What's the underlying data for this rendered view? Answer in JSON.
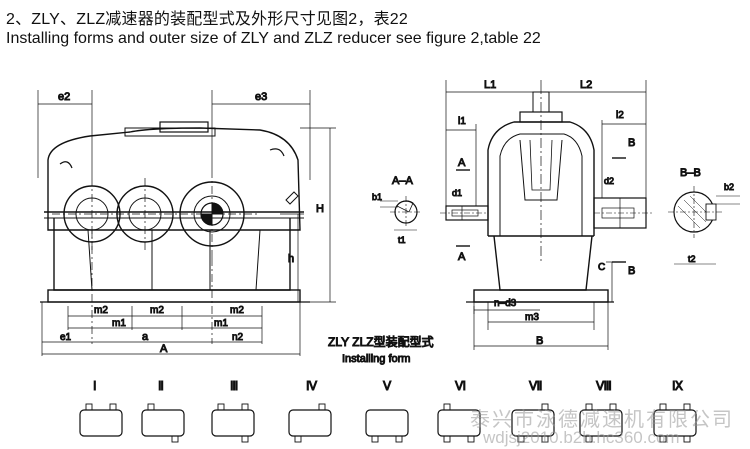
{
  "header": {
    "title_cn": "2、ZLY、ZLZ减速器的装配型式及外形尺寸见图2，表22",
    "title_en": "Installing forms and outer size of  ZLY and ZLZ reducer see figure 2,table 22"
  },
  "front_view": {
    "dims": {
      "e2": "e2",
      "e3": "e3",
      "H": "H",
      "h": "h",
      "m2_left": "m2",
      "m2_mid": "m2",
      "m2_right": "m2",
      "m1_left": "m1",
      "m1_right": "m1",
      "e1": "e1",
      "a": "a",
      "n2": "n2",
      "A": "A"
    }
  },
  "section_aa": {
    "title": "A–A",
    "b1": "b1",
    "t1": "t1"
  },
  "side_view": {
    "dims": {
      "L1": "L1",
      "L2": "L2",
      "l1": "l1",
      "l2": "l2",
      "A_top": "A",
      "A_bottom": "A",
      "d1": "d1",
      "d2": "d2",
      "B_top": "B",
      "B_bottom": "B",
      "C": "C",
      "n_d3": "n–d3",
      "m3": "m3",
      "B_width": "B"
    }
  },
  "section_bb": {
    "title": "B–B",
    "b2": "b2",
    "t2": "t2"
  },
  "installing_caption": {
    "cn": "ZLY ZLZ型装配型式",
    "en": "Installing form"
  },
  "forms": [
    "Ⅰ",
    "Ⅱ",
    "Ⅲ",
    "Ⅳ",
    "Ⅴ",
    "Ⅵ",
    "Ⅶ",
    "Ⅷ",
    "Ⅸ"
  ],
  "watermark": {
    "company": "泰兴市泳德减速机有限公司",
    "site": "wdjsj2010.b2b.hc360.com"
  }
}
